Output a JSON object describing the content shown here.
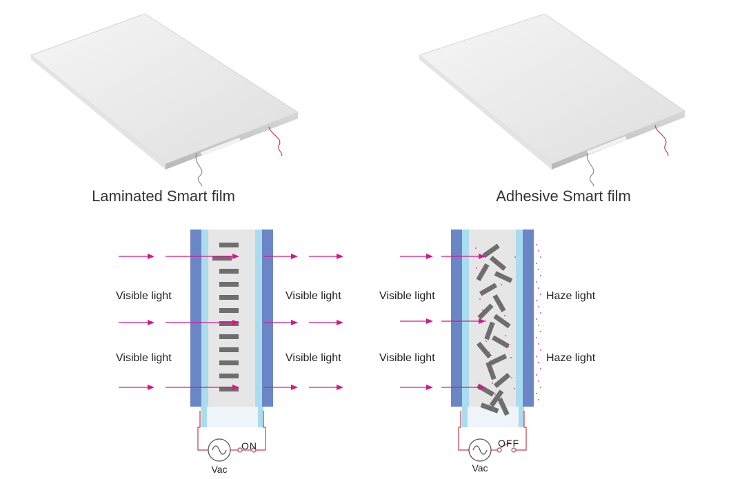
{
  "products": {
    "left_caption": "Laminated Smart film",
    "right_caption": "Adhesive Smart film"
  },
  "on_state": {
    "label_incoming_1": "Visible light",
    "label_incoming_2": "Visible light",
    "label_outgoing_1": "Visible light",
    "label_outgoing_2": "Visible light",
    "switch_label": "ON",
    "source_label": "Vac"
  },
  "off_state": {
    "label_incoming_1": "Visible light",
    "label_incoming_2": "Visible light",
    "label_outgoing_1": "Haze light",
    "label_outgoing_2": "Haze light",
    "switch_label": "OFF",
    "source_label": "Vac"
  },
  "colors": {
    "arrow": "#d6178c",
    "outer_glass": "#6b86c6",
    "inner_layer": "#a9dcef",
    "liquid_crystal": "#e6e6e6",
    "crystal_bar": "#6e6e6e",
    "circuit_wire": "#c0404a"
  }
}
